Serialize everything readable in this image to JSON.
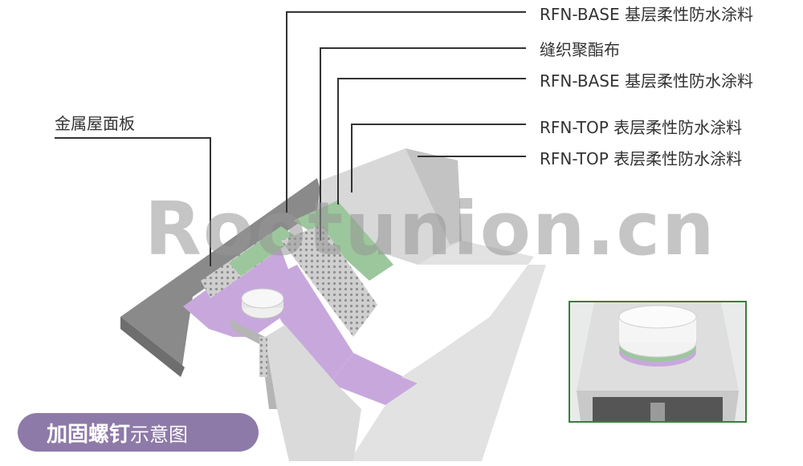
{
  "callouts": [
    "RFN-BASE 基层柔性防水涂料",
    "缝织聚酯布",
    "RFN-BASE 基层柔性防水涂料",
    "RFN-TOP 表层柔性防水涂料",
    "RFN-TOP 表层柔性防水涂料"
  ],
  "left_label": "金属屋面板",
  "watermark": "Rootunion.cn",
  "badge": {
    "bold": "加固螺钉",
    "normal": "示意图"
  },
  "colors": {
    "metal": "#8a8a8a",
    "membrane_top": "#dcdcdc",
    "coating_green": "#9cc79c",
    "coating_purple": "#c8a8dc",
    "polyester": "#c4c4c4",
    "badge": "#8e7aa8",
    "inset_border": "#3c7d3c"
  }
}
